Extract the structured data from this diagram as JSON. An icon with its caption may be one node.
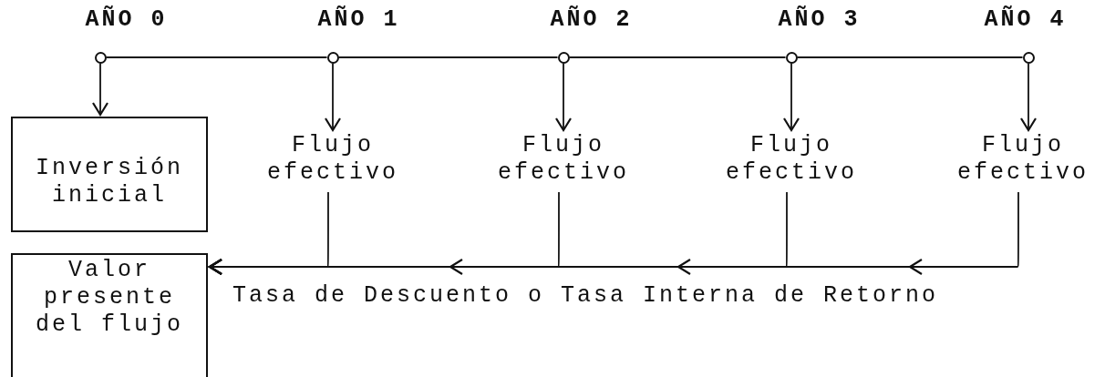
{
  "diagram": {
    "nodes": [
      {
        "text": [
          "AÑO 0"
        ]
      },
      {
        "text": [
          "AÑO 1"
        ]
      },
      {
        "text": [
          "AÑO 2"
        ]
      },
      {
        "text": [
          "AÑO 3"
        ]
      },
      {
        "text": [
          "AÑO 4"
        ]
      },
      {
        "text": [
          "Inversión inicial"
        ]
      },
      {
        "text": [
          "Flujo efectivo"
        ]
      },
      {
        "text": [
          "Flujo efectivo"
        ]
      },
      {
        "text": [
          "Flujo efectivo"
        ]
      },
      {
        "text": [
          "Flujo efectivo"
        ]
      },
      {
        "text": [
          "Valor presente del flujo"
        ]
      }
    ],
    "edges": [
      {
        "from": 0,
        "to": 1,
        "arrow": "none"
      },
      {
        "from": 1,
        "to": 2,
        "arrow": "none"
      },
      {
        "from": 2,
        "to": 3,
        "arrow": "none"
      },
      {
        "from": 3,
        "to": 4,
        "arrow": "none"
      },
      {
        "from": 0,
        "to": 5,
        "arrow": "to"
      },
      {
        "from": 1,
        "to": 6,
        "arrow": "to"
      },
      {
        "from": 2,
        "to": 7,
        "arrow": "to"
      },
      {
        "from": 3,
        "to": 8,
        "arrow": "to"
      },
      {
        "from": 4,
        "to": 9,
        "arrow": "to"
      },
      {
        "from": 6,
        "to": 10,
        "arrow": "to"
      },
      {
        "from": 7,
        "to": 10,
        "arrow": "to"
      },
      {
        "from": 8,
        "to": 10,
        "arrow": "to"
      },
      {
        "from": 9,
        "to": 10,
        "arrow": "to"
      }
    ],
    "labels": [
      "Tasa de Descuento o Tasa Interna de Retorno"
    ]
  }
}
